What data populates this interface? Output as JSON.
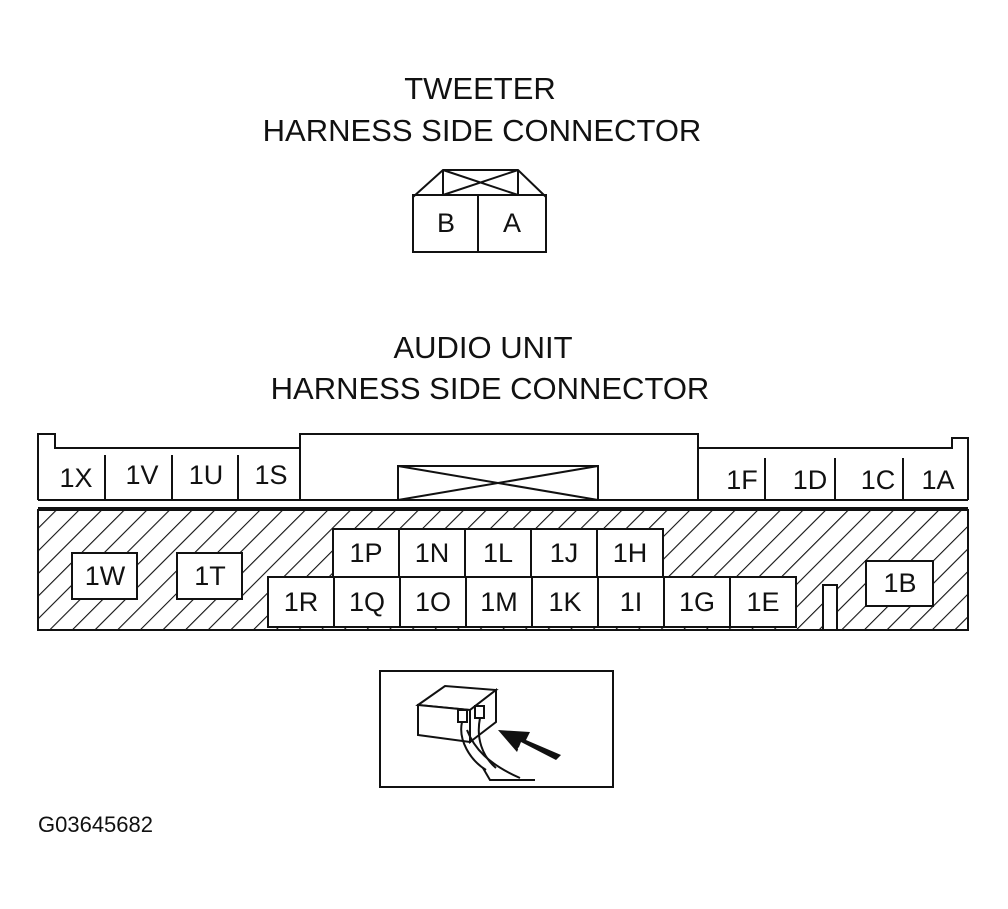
{
  "tweeter": {
    "title_line1": "TWEETER",
    "title_line2": "HARNESS SIDE CONNECTOR",
    "pins": [
      "B",
      "A"
    ]
  },
  "audio": {
    "title_line1": "AUDIO UNIT",
    "title_line2": "HARNESS SIDE CONNECTOR",
    "top_left_pins": [
      "1X",
      "1V",
      "1U",
      "1S"
    ],
    "top_right_pins": [
      "1F",
      "1D",
      "1C",
      "1A"
    ],
    "upper_middle_pins": [
      "1P",
      "1N",
      "1L",
      "1J",
      "1H"
    ],
    "lower_middle_pins": [
      "1R",
      "1Q",
      "1O",
      "1M",
      "1K",
      "1I",
      "1G",
      "1E"
    ],
    "left_island_pins": [
      "1W",
      "1T"
    ],
    "right_island_pin": "1B"
  },
  "figure_code": "G03645682"
}
